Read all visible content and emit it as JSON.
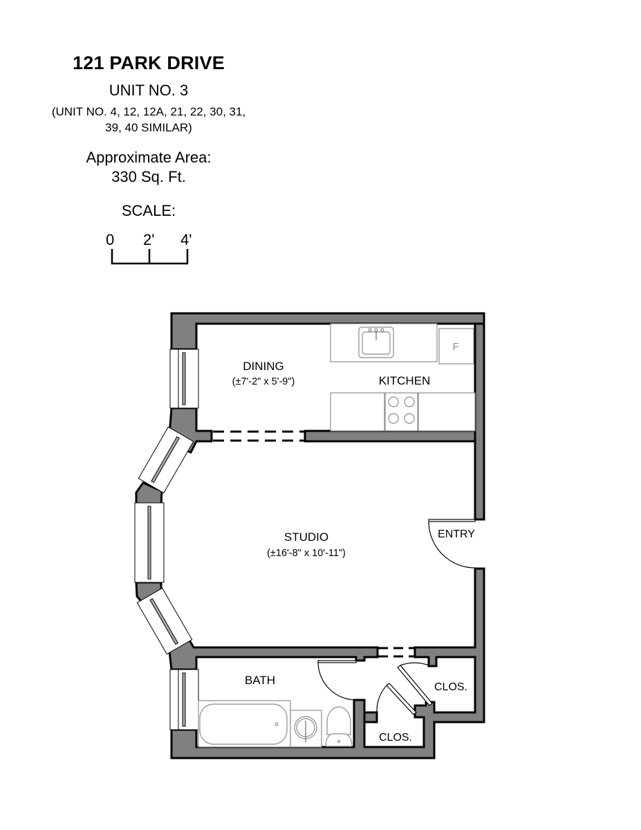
{
  "header": {
    "title": "121 PARK DRIVE",
    "unit": "UNIT NO. 3",
    "similar_line1": "(UNIT NO. 4, 12, 12A, 21, 22, 30, 31,",
    "similar_line2": "39, 40 SIMILAR)",
    "area_label": "Approximate Area:",
    "area_value": "330 Sq. Ft.",
    "scale_label": "SCALE:",
    "scale_ticks": [
      "0",
      "2'",
      "4'"
    ]
  },
  "rooms": {
    "dining": {
      "name": "DINING",
      "dims": "(±7'-2\" x 5'-9\")"
    },
    "kitchen": {
      "name": "KITCHEN",
      "fridge": "F"
    },
    "studio": {
      "name": "STUDIO",
      "dims": "(±16'-8\" x 10'-11\")"
    },
    "entry": {
      "name": "ENTRY"
    },
    "bath": {
      "name": "BATH"
    },
    "closet1": {
      "name": "CLOS."
    },
    "closet2": {
      "name": "CLOS."
    }
  },
  "colors": {
    "wall_fill": "#808080",
    "wall_stroke": "#000000",
    "fixture_stroke": "#8c8c8c",
    "background": "#ffffff"
  }
}
